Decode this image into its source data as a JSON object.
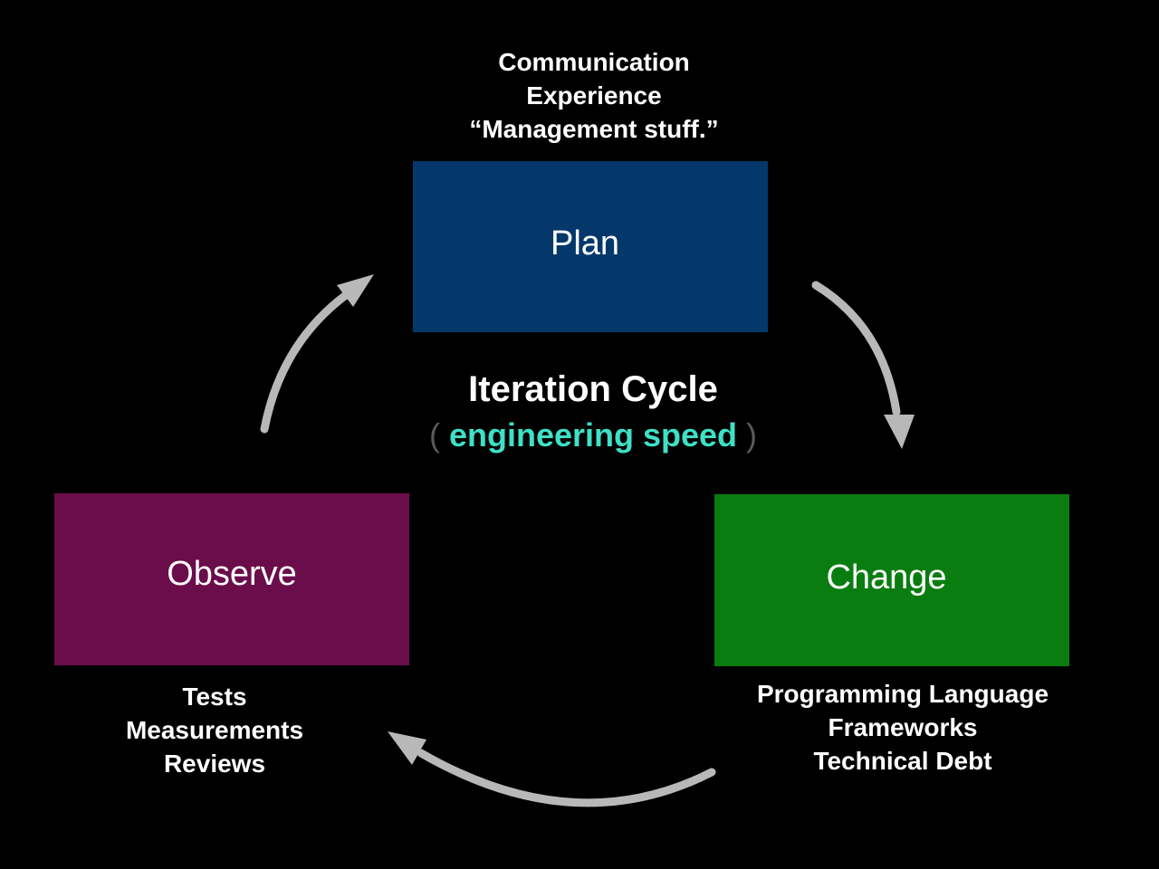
{
  "colors": {
    "background": "#000000",
    "plan": "#04386b",
    "change": "#0a7d10",
    "observe": "#6b0d4a",
    "accent": "#3ee0c6",
    "arrow": "#b8b8b8"
  },
  "plan": {
    "label": "Plan",
    "notes": [
      "Communication",
      "Experience",
      "“Management stuff.”"
    ]
  },
  "change": {
    "label": "Change",
    "notes": [
      "Programming Language",
      "Frameworks",
      "Technical Debt"
    ]
  },
  "observe": {
    "label": "Observe",
    "notes": [
      "Tests",
      "Measurements",
      "Reviews"
    ]
  },
  "center": {
    "title": "Iteration Cycle",
    "subtitle": "engineering speed",
    "open_paren": "(",
    "close_paren": ")"
  }
}
